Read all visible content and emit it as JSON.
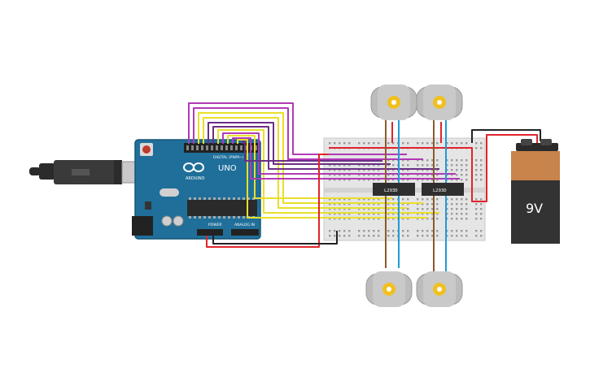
{
  "canvas": {
    "background": "#ffffff"
  },
  "arduino": {
    "brand": "ARDUINO",
    "model": "UNO",
    "section_digital": "DIGITAL (PWM~)",
    "section_power": "POWER",
    "section_analog": "ANALOG IN",
    "board_color": "#1f6f9a"
  },
  "drivers": [
    {
      "label": "L293D"
    },
    {
      "label": "L293D"
    }
  ],
  "battery": {
    "label": "9V",
    "top_color": "#c8844a",
    "body_color": "#333333"
  },
  "motors": [
    {
      "name": "motor-top-left"
    },
    {
      "name": "motor-top-right"
    },
    {
      "name": "motor-bottom-left"
    },
    {
      "name": "motor-bottom-right"
    }
  ],
  "wire_colors": {
    "purple": "#b03ab6",
    "yellow": "#e8df2a",
    "dark_purple": "#6a2f86",
    "red": "#e0242b",
    "black": "#222222",
    "blue": "#1e9bd7",
    "brown": "#8a5a2b"
  },
  "icons": [
    "usb-cable-icon",
    "battery-icon",
    "dc-motor-icon",
    "ic-chip-icon",
    "arduino-logo-icon"
  ]
}
